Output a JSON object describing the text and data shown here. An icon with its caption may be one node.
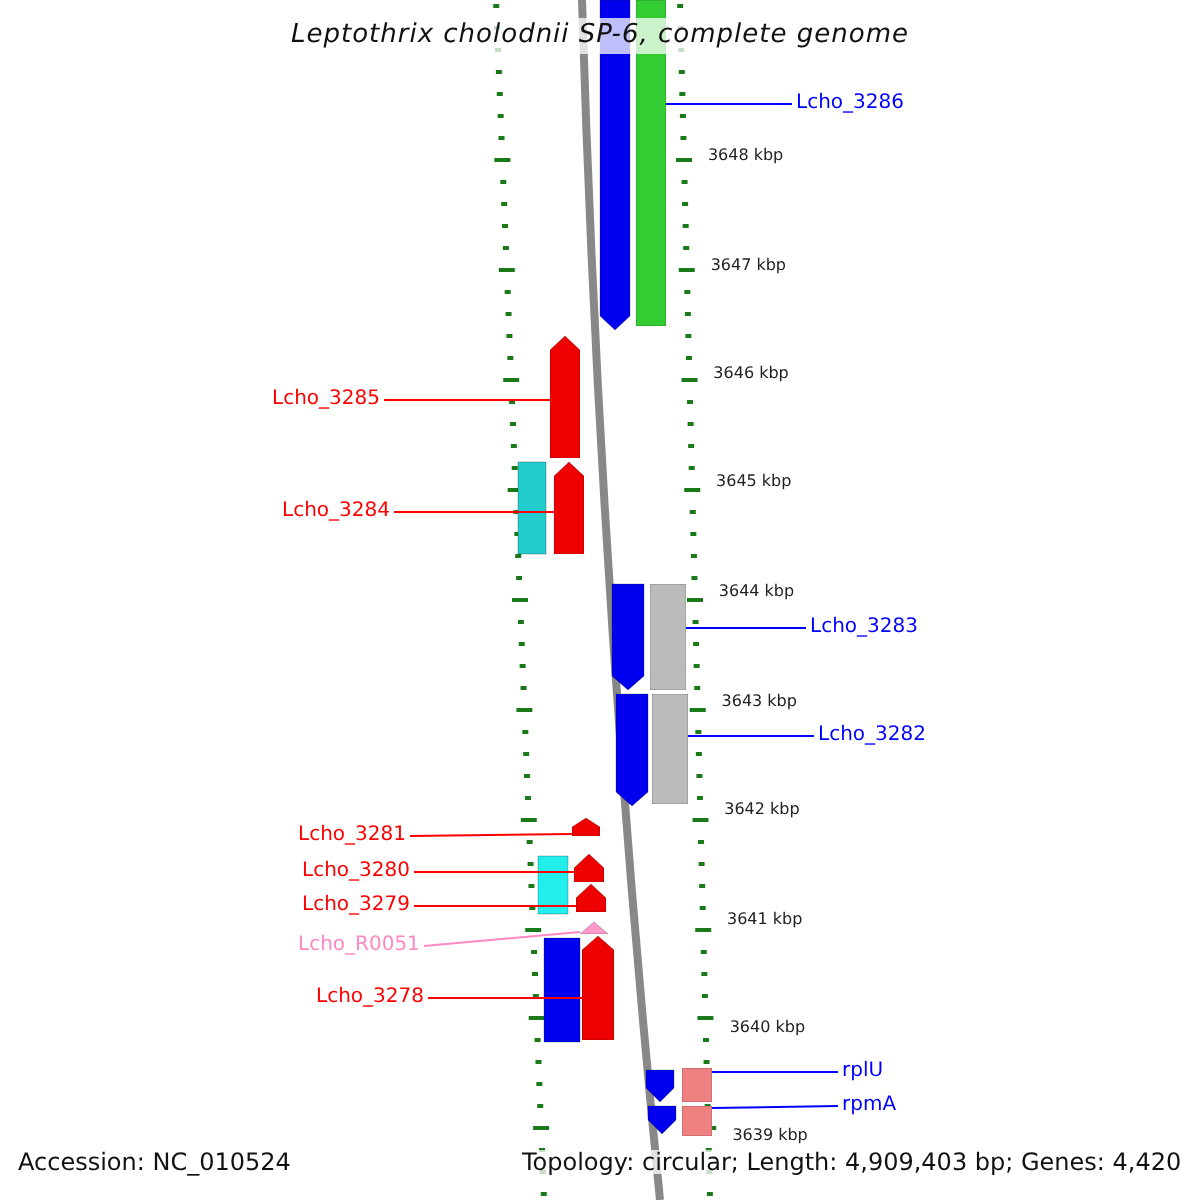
{
  "diagram": {
    "title": "Leptothrix cholodnii SP-6, complete genome",
    "nodes": [
      {
        "text": [
          "Lcho_3286"
        ]
      },
      {
        "text": [],
        "shape": "bar"
      },
      {
        "text": [
          "Lcho_3285"
        ]
      },
      {
        "text": [],
        "shape": "bar"
      },
      {
        "text": [
          "Lcho_3284"
        ]
      },
      {
        "text": [],
        "shape": "bar"
      },
      {
        "text": [
          "Lcho_3283"
        ]
      },
      {
        "text": [],
        "shape": "bar"
      },
      {
        "text": [
          "Lcho_3282"
        ]
      },
      {
        "text": [],
        "shape": "bar"
      },
      {
        "text": [
          "Lcho_3281"
        ]
      },
      {
        "text": [],
        "shape": "bar"
      },
      {
        "text": [
          "Lcho_3280"
        ]
      },
      {
        "text": [],
        "shape": "bar"
      },
      {
        "text": [
          "Lcho_3279"
        ]
      },
      {
        "text": [],
        "shape": "bar"
      },
      {
        "text": [
          "Lcho_R0051"
        ]
      },
      {
        "text": [],
        "shape": "bar"
      },
      {
        "text": [
          "Lcho_3278"
        ]
      },
      {
        "text": [],
        "shape": "bar"
      },
      {
        "text": [
          "rplU"
        ]
      },
      {
        "text": [],
        "shape": "bar"
      },
      {
        "text": [
          "rpmA"
        ]
      },
      {
        "text": [],
        "shape": "bar"
      }
    ],
    "edges": [
      {
        "from": 0,
        "to": 1,
        "arrow": "none",
        "color": "#0000ff"
      },
      {
        "from": 2,
        "to": 3,
        "arrow": "none"
      },
      {
        "from": 4,
        "to": 5,
        "arrow": "none"
      },
      {
        "from": 6,
        "to": 7,
        "arrow": "none",
        "color": "#0000ff"
      },
      {
        "from": 8,
        "to": 9,
        "arrow": "none",
        "color": "#0000ff"
      },
      {
        "from": 10,
        "to": 11,
        "arrow": "none"
      },
      {
        "from": 12,
        "to": 13,
        "arrow": "none"
      },
      {
        "from": 14,
        "to": 15,
        "arrow": "none"
      },
      {
        "from": 16,
        "to": 17,
        "arrow": "none",
        "color": "#ff88c4"
      },
      {
        "from": 18,
        "to": 19,
        "arrow": "none"
      },
      {
        "from": 20,
        "to": 21,
        "arrow": "none",
        "color": "#0000ff"
      },
      {
        "from": 22,
        "to": 23,
        "arrow": "none",
        "color": "#0000ff"
      }
    ],
    "labels": [
      "3648 kbp",
      "3647 kbp",
      "3646 kbp",
      "3645 kbp",
      "3644 kbp",
      "3643 kbp",
      "3642 kbp",
      "3641 kbp",
      "3640 kbp",
      "3639 kbp",
      "Accession: NC_010524",
      "Topology: circular; Length: 4,909,403 bp; Genes: 4,420"
    ]
  }
}
